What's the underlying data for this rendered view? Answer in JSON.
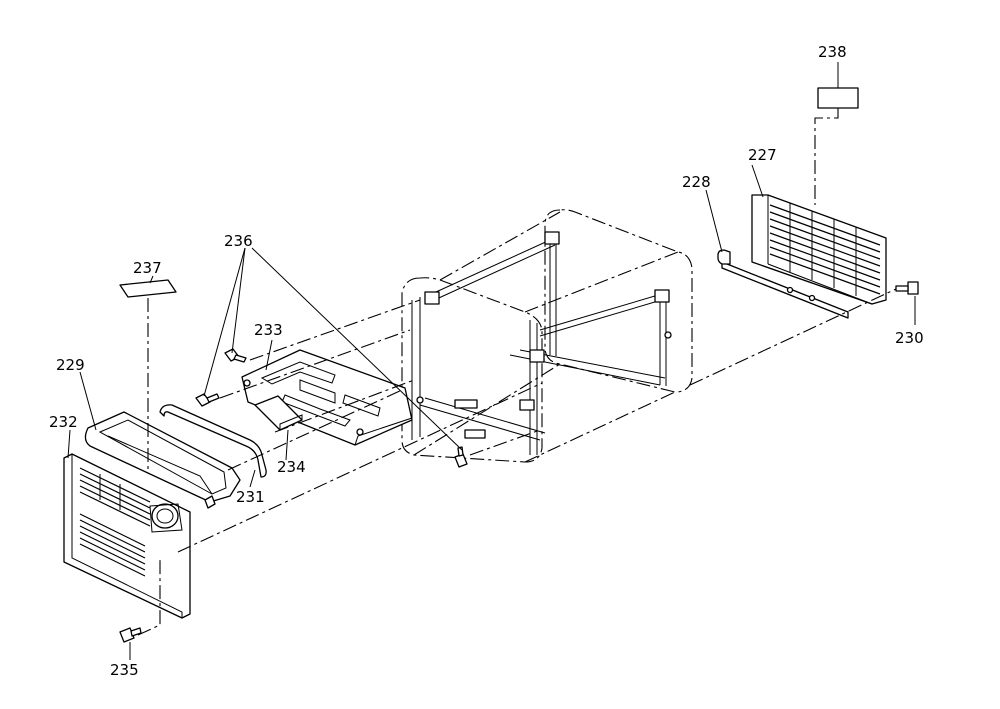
{
  "callouts": {
    "p227": "227",
    "p228": "228",
    "p229": "229",
    "p230": "230",
    "p231": "231",
    "p232": "232",
    "p233": "233",
    "p234": "234",
    "p235": "235",
    "p236": "236",
    "p237": "237",
    "p238": "238"
  }
}
